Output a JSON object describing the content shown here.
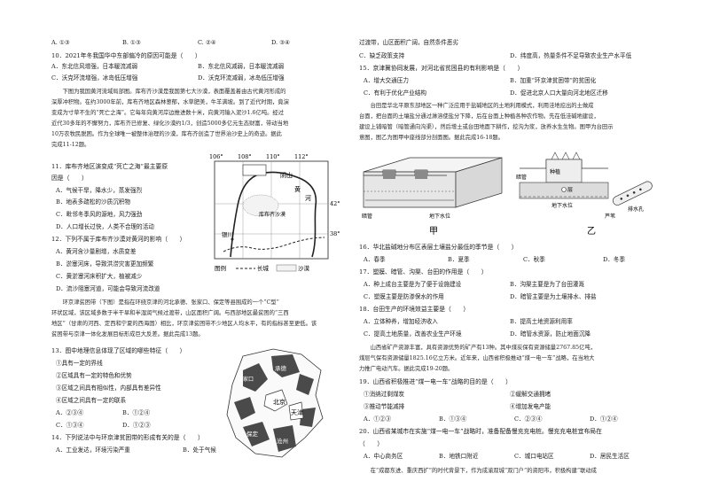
{
  "left": {
    "opts_top": {
      "a": "A. ①③",
      "b": "B. ①③",
      "c": "C. ②④",
      "d": "D. ③④"
    },
    "q10": "10．2021年冬我国华中东部偏冷的原因可能是（　　）",
    "q10_opts": {
      "a": "A．东北信风增强，日本暖流减弱",
      "b": "B．东北信风减弱，日本暖流减弱",
      "c": "C．沃克环流增强，冰岛低压增强",
      "d": "D．沃克环流减弱，冰岛低压增强"
    },
    "passage1": [
      "　　下图为我国黄河流域局部图。库布齐沙漠是我国第七大沙漠，表面覆盖着由古代黄河形成的",
      "深厚冲积物。在约3000年前，库布齐地区森林葱郁，水草肥美，牛羊满坡。到了近代时期，竟演",
      "变成为寸草不生的“死亡之海”。它每年向黄河岸边推进数十米，向黄河输入泥沙1.6亿吨。经过",
      "近代30多年的不懈努力，库布齐已修复、绿化沙漠约1/3，创造5000多亿元生态财富，带动当地",
      "10万农牧民脱困。作为全球唯一被整体治理的沙漠，库布齐创造了世界治沙史上的奇迹。据此",
      "完成11-12题。"
    ],
    "q11": [
      "11．库布齐地区演变成“死亡之海”最主要原",
      "因是（　　）"
    ],
    "q11_opts": [
      "A．气候干旱，降水少，蒸发强烈",
      "B．地表多疏松的沙质沉积物",
      "C．毗邻冬季风的源地，风力强劲",
      "D．人口增长过快，人类不合理的活动"
    ],
    "q12": "12．下列不属于库布齐沙漠对黄河的影响（　　）",
    "q12_opts": [
      "A．黄河含沙量剧增，水质变差",
      "B．淤塞河床，导致洪涝灾害更加频繁",
      "C．黄淤塞河床积扩大，植被减少",
      "D．流沙阻塞河道，可能会导致河流改道"
    ],
    "passage2": [
      "　　环京津贫困带（下图）是指在环绕京津的河北承德、张家口、保定等县围成的一个“C型”",
      "环状区域，该区域多数于半干旱和半湿润气候过渡带，山区面积广阔。与西部地区最贫困的“三西",
      "地区”（甘肃的河西、定西和宁夏的西海固）相比，环京津贫困带不少地区人均水平，有的指标甚至更低。该",
      "贫困带与京津一体化发展目标形成巨大反差。据此完成13题。"
    ],
    "q13": "13．图中地理信息体现了区域的哪些特征（　　）",
    "q13_items": [
      "①具有一定的界线",
      "②区域具有一定的特色和优势",
      "③区域之间具有相似性，内部具有差异性",
      "④区域之间具有一定的联系"
    ],
    "q13_opts": {
      "a": "A．②③④",
      "b": "B．①②④",
      "c": "C．①③④",
      "d": "D．①②③"
    },
    "q14": "14．下列说法中与环京津贫困带的形成有关的是（　　）",
    "q14_opts": {
      "a": "A．工业发达，环境污染严重",
      "b": "B．处于气候"
    }
  },
  "map1": {
    "lon1": "106°",
    "lon2": "108°",
    "lon3": "110°",
    "lon4": "112°",
    "lat1": "42°",
    "lat2": "38°",
    "place1": "阴山",
    "place2": "黄",
    "place3": "河",
    "place4": "库布齐沙漠",
    "city": "银川",
    "legend_title": "图例",
    "legend_wall": "长城",
    "legend_sand": "沙漠"
  },
  "map2": {
    "chengde": "承德",
    "zjk": "张家口",
    "beijing": "北京",
    "tianjin": "天津",
    "baoding": "保定",
    "cangzhou": "沧州"
  },
  "right": {
    "cont": "过渡带，山区面积广阔，自然条件恶劣",
    "q14_opts2": {
      "c": "C．缺乏政策支持",
      "d": "D．纬度高，热量条件不足导致农业生产水平低"
    },
    "q15": "15．京津冀协同发展，对河北省贫困县的有利影响是（　　）",
    "q15_opts": [
      "A．增大交通压力",
      "B．加重“环京津贫困带”的贫困化",
      "C．有利于优化产业结构",
      "D．促进北京人口大量向河北地区迁移"
    ],
    "passage3": [
      "　　台田是华北平原东部地区一种广泛应用于盐碱地区的土地利用模式，利用洼地挖出的土做成",
      "台面，把台面的土壤盐分通过淋溶使盐分下降，后在台面上种植各种农作物。先在低洼碱地建设，",
      "建设上铺暗管（暗管通向沟渠），然后增土或台田地面下耕作，挖沟为浆，放养水生生物。图甲为台田示",
      "意图，图乙为图甲中座线部分剖面图。据此完成16-18题。"
    ],
    "fig_jia": "甲",
    "fig_yi": "乙",
    "fig_labels": {
      "groundwater": "地下水位",
      "groundwater2": "地下水位",
      "drain": "暗管",
      "drain2": "暗管",
      "plant": "种植",
      "layer": "层",
      "filter": "排水孔",
      "reed": "芦苇"
    },
    "q16": "16．华北盐碱地分布区表层土壤盐分最低的季节是（　　）",
    "q16_opts": {
      "a": "A．春季",
      "b": "B．夏季",
      "c": "C．秋季",
      "d": "D．冬季"
    },
    "q17": "17．塑膜、暗管、沟渠、台田的作用是（　　）",
    "q17_opts": [
      "A．种上成台主要是为了便于设施建设",
      "B．沟渠主要是为了台田灌溉",
      "C．塑膜主要是防渗保水的作用",
      "D．暗管主要是为土壤排水、排盐"
    ],
    "q18": "18．台田生产的环境效益主要是（　　）",
    "q18_opts": [
      "A．立体种养，增加经济收入",
      "B．提高土地资源利用率",
      "C．提高土地质量，改善农业生产环境",
      "D．暗管水资源，防止地面沉降"
    ],
    "passage4": [
      "　　山西省矿产资源丰富，具有资源优势的矿产有13种。其中煤炭保有资源储量2767.85亿吨，",
      "煤层气保有资源储量1825.16亿立方米。近年来，山西省积极推动“煤一电一车”战略，在当地大",
      "力推广电动汽车。据此完成19-20题。"
    ],
    "q19": "19．山西省积极推进“煤一电一车”战略的目的是（　　）",
    "q19_items": {
      "a": "①消纳过剩煤炭",
      "b": "②缓解交通拥堵",
      "c": "③推动节能减排",
      "d": "④增加发电产能"
    },
    "q19_opts": {
      "a": "A．①②③",
      "b": "B．①③④",
      "c": "C．②③④",
      "d": "D．①②④"
    },
    "q20": "20．山西省某城市在实施“煤一电一车”战略时，准备配备慢充充电桩。慢充充电桩宜布局在",
    "q20_blank": "（　　）",
    "q20_opts": {
      "a": "A．中心商务区",
      "b": "B．地铁口附近",
      "c": "C．城口电站区",
      "d": "D．居民生活区"
    },
    "last": "　　在“成都东进、重庆西扩”的时代背景下，作为成渝双城“双门户”的资阳市，积极构建“联动成"
  }
}
